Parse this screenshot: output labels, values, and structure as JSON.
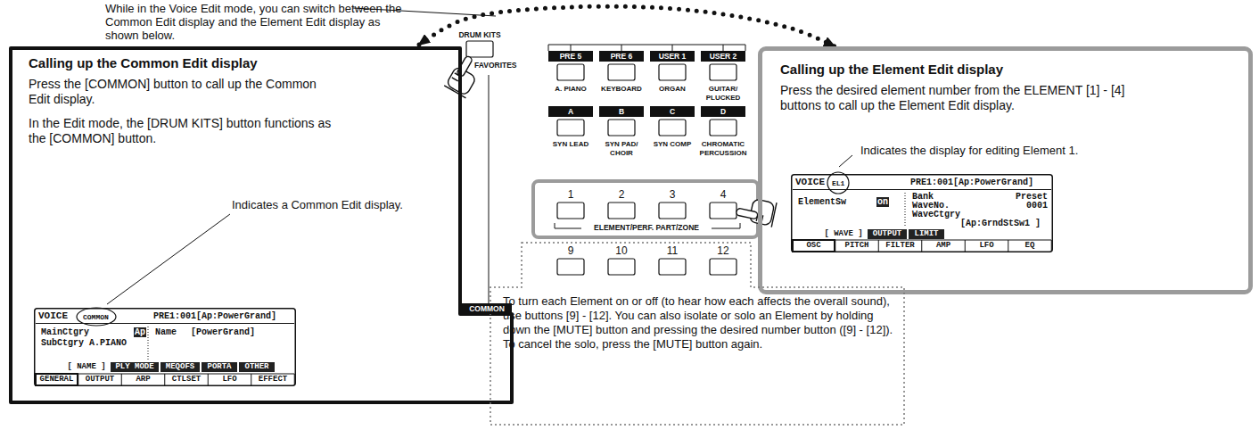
{
  "diagram": {
    "nodes": [
      {
        "text": [
          "Calling up the Common Edit display",
          "Press the [COMMON] button to call up the Common Edit display.",
          "In the Edit mode, the [DRUM KITS] button functions as the [COMMON] button.",
          "Indicates a Common Edit display."
        ]
      },
      {
        "text": [
          "VOICE",
          "COMMON",
          "PRE1:001[Ap:PowerGrand]",
          "MainCtgry",
          "Ap",
          "SubCtgry",
          "A.PIANO",
          "Name",
          "[PowerGrand]",
          "[ NAME ]",
          "PLY MODE",
          "MEQOFS",
          "PORTA",
          "OTHER",
          "GENERAL",
          "OUTPUT",
          "ARP",
          "CTLSET",
          "LFO",
          "EFFECT"
        ],
        "in": 0
      },
      {
        "text": [
          "Calling up the Element Edit display",
          "Press the desired element number from the ELEMENT [1] - [4] buttons to call up the Element Edit display.",
          "Indicates the display for editing Element 1."
        ]
      },
      {
        "text": [
          "VOICE",
          "EL1",
          "PRE1:001[Ap:PowerGrand]",
          "ElementSw",
          "on",
          "Bank",
          "Preset",
          "WaveNo.",
          "0001",
          "WaveCtgry",
          "[Ap:GrndStSw1 ]",
          "[ WAVE ]",
          "OUTPUT",
          "LIMIT",
          "OSC",
          "PITCH",
          "FILTER",
          "AMP",
          "LFO",
          "EQ"
        ],
        "in": 2
      },
      {
        "text": [
          "To turn each Element on or off (to hear how each affects the overall sound), use buttons [9] - [12]. You can also isolate or solo an Element by holding down the [MUTE] button and pressing the desired number button ([9] - [12]). To cancel the solo, press the [MUTE] button again."
        ]
      }
    ],
    "edges": [
      {
        "from": 0,
        "to": 2,
        "arrow": "both"
      }
    ],
    "labels": [
      "While in the Voice Edit mode, you can switch between the Common Edit display and the Element Edit display as shown below.",
      "DRUM KITS",
      "FAVORITES",
      "PRE 5",
      "PRE 6",
      "USER 1",
      "USER 2",
      "A. PIANO",
      "KEYBOARD",
      "ORGAN",
      "GUITAR/ PLUCKED",
      "A",
      "B",
      "C",
      "D",
      "SYN LEAD",
      "SYN PAD/ CHOIR",
      "SYN COMP",
      "CHROMATIC PERCUSSION",
      "COMMON",
      "1",
      "2",
      "3",
      "4",
      "ELEMENT/PERF. PART/ZONE",
      "9",
      "10",
      "11",
      "12"
    ]
  }
}
